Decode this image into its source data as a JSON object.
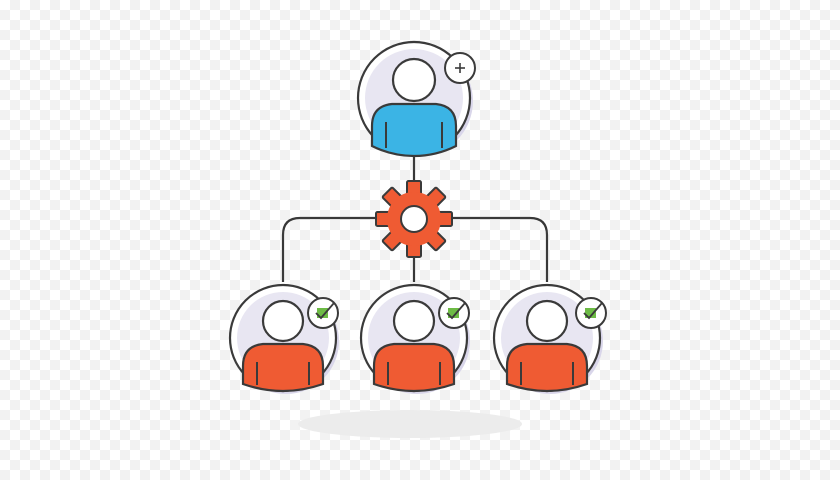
{
  "diagram": {
    "manager": {
      "role": "manager",
      "badge": "plus-icon",
      "shirt_color": "#3bb4e5"
    },
    "hub": {
      "icon": "gear-icon",
      "color": "#ef5b33"
    },
    "members": [
      {
        "role": "member",
        "badge": "check-icon",
        "status": "approved"
      },
      {
        "role": "member",
        "badge": "check-icon",
        "status": "approved"
      },
      {
        "role": "member",
        "badge": "check-icon",
        "status": "approved"
      }
    ],
    "member_shirt_color": "#ef5b33",
    "check_color": "#6dbb45",
    "outline_color": "#3a3a3a",
    "circle_fill": "#e8e6f2",
    "connector_color": "#3a3a3a"
  }
}
